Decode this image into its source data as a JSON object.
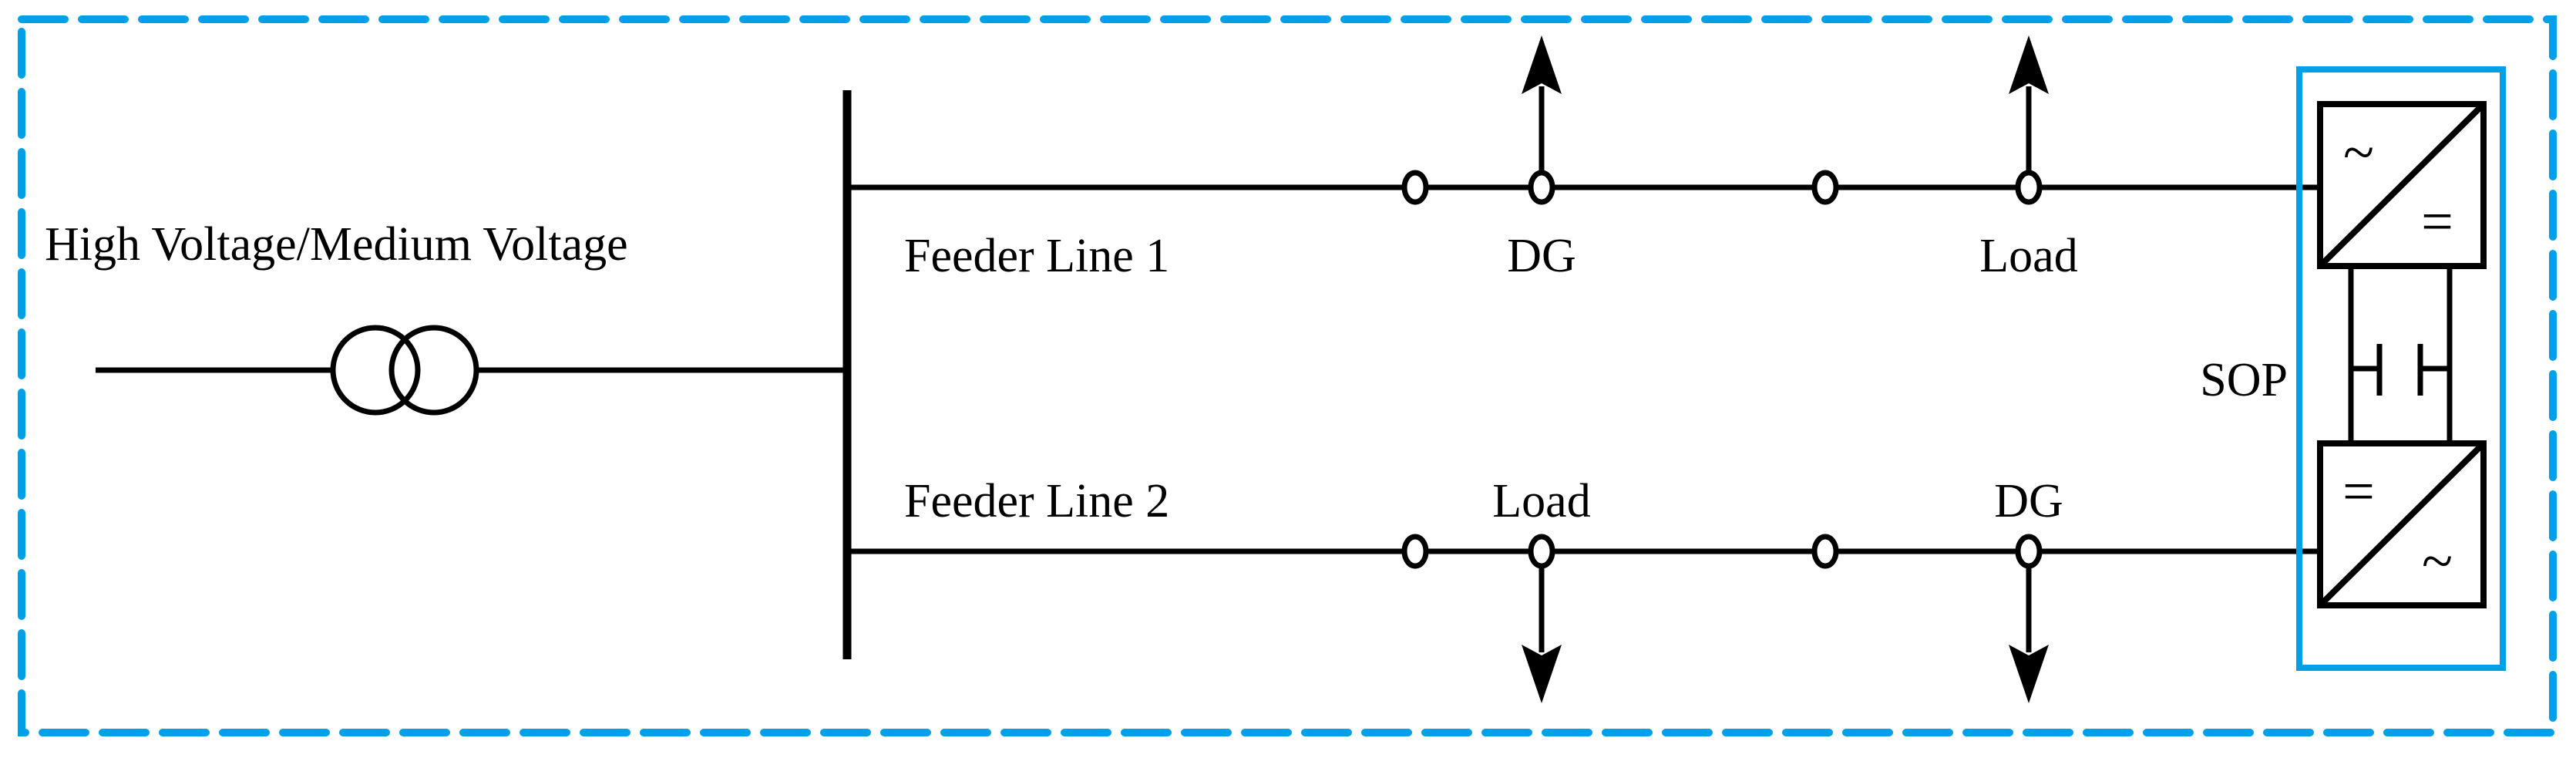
{
  "figure": {
    "title": "Distribution network with Soft Open Point (SOP)",
    "accent_color": "#00A0E9",
    "line_color": "#000000",
    "background": "#ffffff"
  },
  "zone": {
    "name": "distribution-zone-boundary",
    "style": "dashed",
    "color": "#00A0E9"
  },
  "source": {
    "label": "High Voltage/Medium Voltage",
    "transformer_symbol": "two-winding-transformer"
  },
  "busbar": {
    "name": "medium-voltage-busbar"
  },
  "feeders": [
    {
      "id": "feeder-1",
      "label": "Feeder Line 1",
      "taps": [
        {
          "label": "DG",
          "direction": "up",
          "kind": "generation"
        },
        {
          "label": "Load",
          "direction": "up",
          "kind": "load"
        }
      ],
      "switch_nodes": 4
    },
    {
      "id": "feeder-2",
      "label": "Feeder Line 2",
      "taps": [
        {
          "label": "Load",
          "direction": "down",
          "kind": "load"
        },
        {
          "label": "DG",
          "direction": "down",
          "kind": "generation"
        }
      ],
      "switch_nodes": 4
    }
  ],
  "sop": {
    "label": "SOP",
    "converters": [
      {
        "id": "converter-top",
        "input_symbol": "~",
        "output_symbol": "=",
        "type": "AC/DC rectifier"
      },
      {
        "id": "converter-bottom",
        "input_symbol": "=",
        "output_symbol": "~",
        "type": "DC/AC inverter"
      }
    ],
    "dc_link": {
      "symbol": "capacitor",
      "plates": 2
    }
  }
}
